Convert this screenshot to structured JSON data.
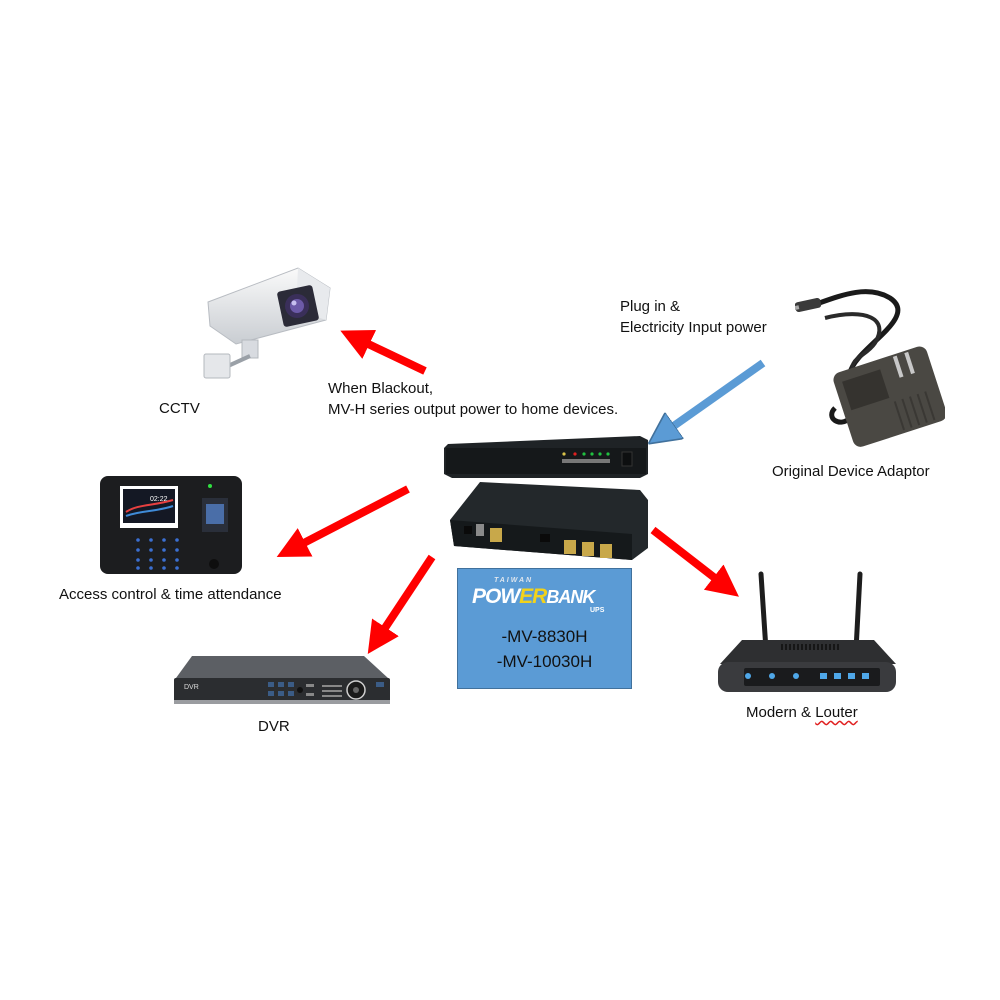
{
  "diagram": {
    "description_labels": {
      "blackout_note": [
        "When Blackout,",
        "MV-H series output power to home devices."
      ],
      "input_note": [
        "Plug in &",
        "Electricity Input power"
      ]
    },
    "devices": {
      "cctv": {
        "label": "CCTV",
        "icon": "cctv-camera-icon"
      },
      "access": {
        "label": "Access control & time attendance",
        "icon": "fingerprint-terminal-icon"
      },
      "dvr": {
        "label": "DVR",
        "icon": "dvr-recorder-icon",
        "badge": "DVR"
      },
      "router": {
        "label_main": "Modern & ",
        "label_underlined": "Louter",
        "icon": "wifi-router-icon"
      },
      "adaptor": {
        "label": "Original Device Adaptor",
        "icon": "power-adaptor-icon"
      },
      "ups": {
        "icon": "mini-ups-icon"
      }
    },
    "product_box": {
      "logo_top": "TAIWAN",
      "logo_main_a": "POW",
      "logo_main_b": "ER",
      "logo_main_c": "BANK",
      "logo_sub": "UPS",
      "models": [
        "-MV-8830H",
        "-MV-10030H"
      ]
    },
    "colors": {
      "output_arrow": "#ff0000",
      "input_arrow": "#5b9bd5",
      "product_box": "#5b9bd5"
    }
  }
}
